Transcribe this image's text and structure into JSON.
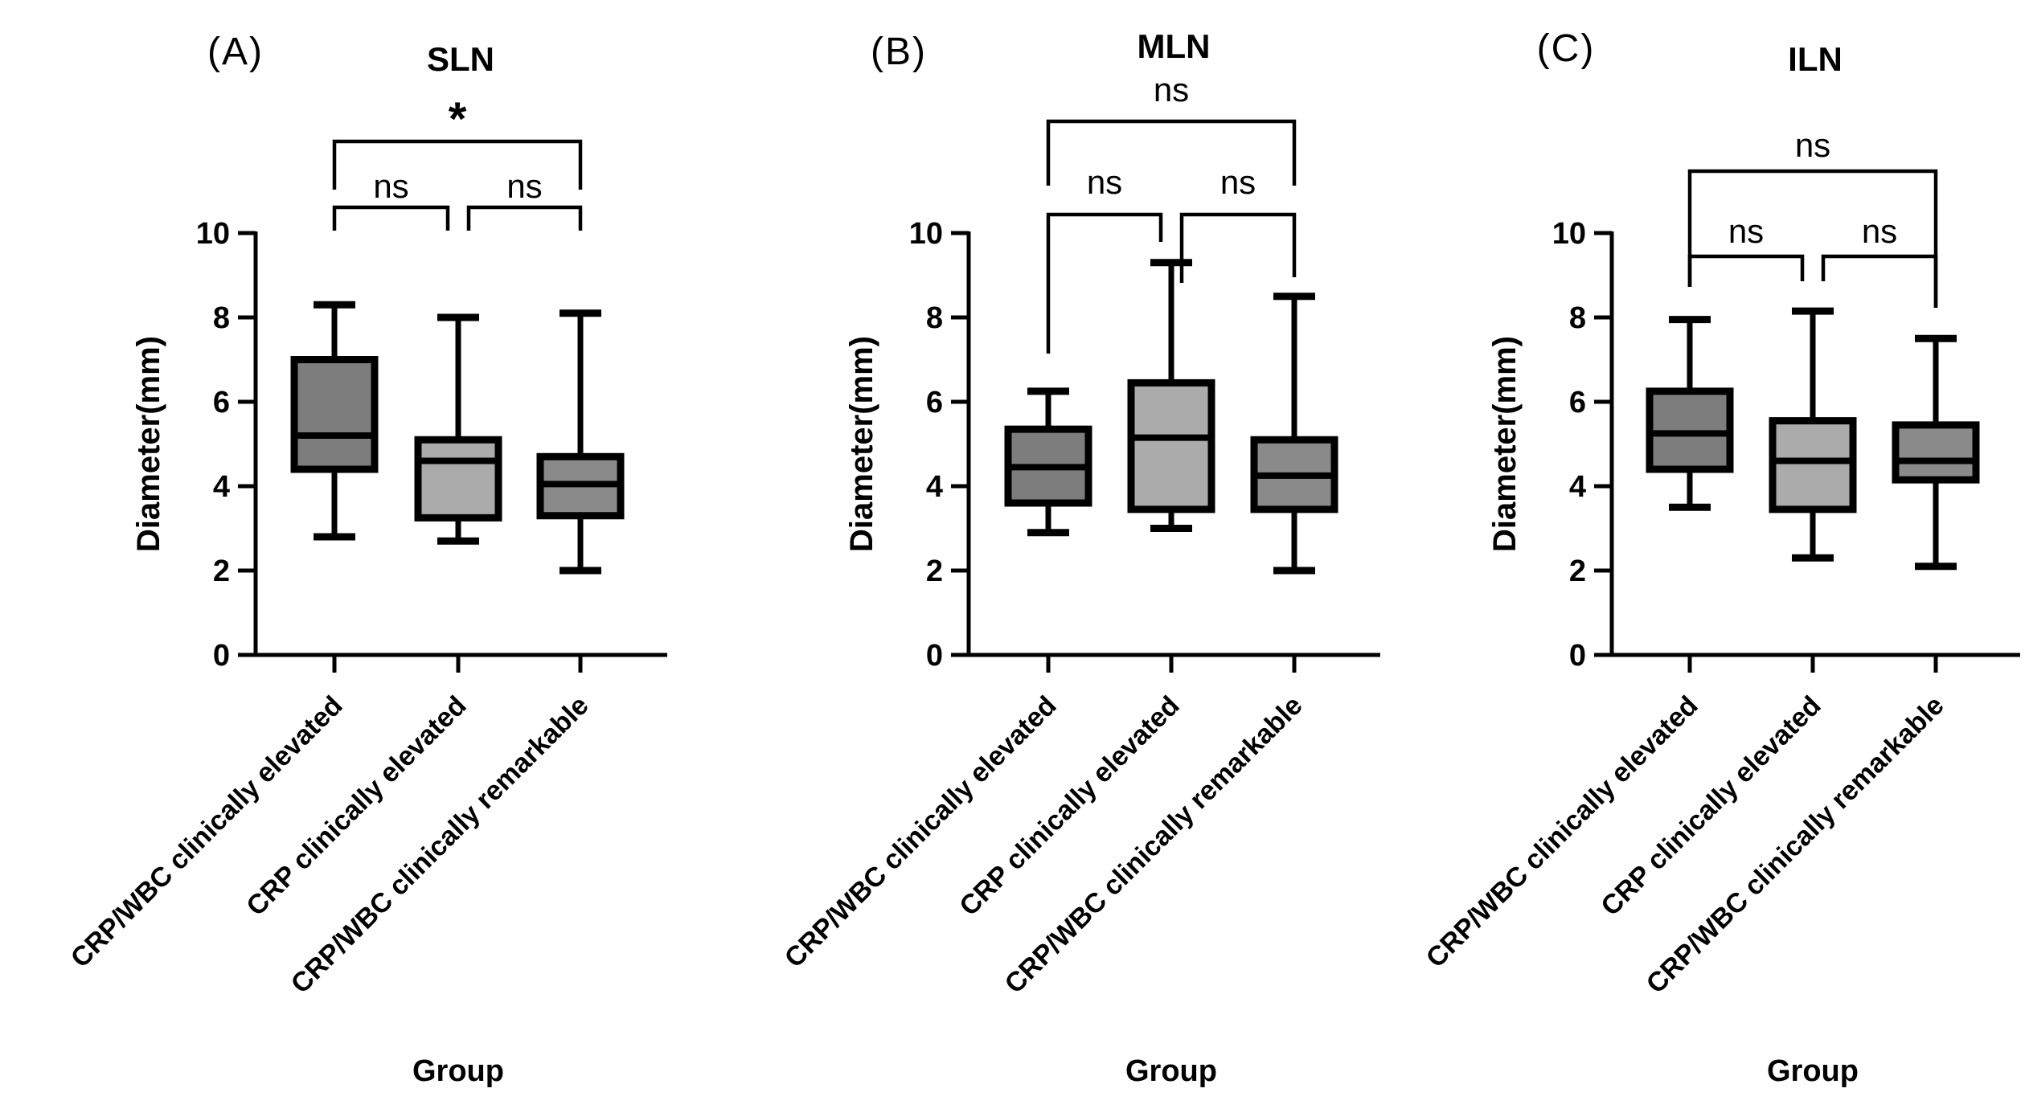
{
  "figure": {
    "background": "#ffffff",
    "ink_color": "#000000",
    "group_fill_colors": [
      "#7d7d7d",
      "#ababab",
      "#8a8a8a"
    ]
  },
  "chart_data": [
    {
      "type": "box",
      "panel_label": "(A)",
      "title": "SLN",
      "xlabel": "Group",
      "ylabel": "Diameter(mm)",
      "ylim": [
        0,
        10
      ],
      "yticks": [
        0,
        2,
        4,
        6,
        8,
        10
      ],
      "categories": [
        "CRP/WBC clinically elevated",
        "CRP clinically elevated",
        "CRP/WBC clinically remarkable"
      ],
      "boxes": [
        {
          "group": "CRP/WBC clinically elevated",
          "min": 2.8,
          "q1": 4.4,
          "median": 5.2,
          "q3": 7.0,
          "max": 8.3
        },
        {
          "group": "CRP clinically elevated",
          "min": 2.7,
          "q1": 3.25,
          "median": 4.6,
          "q3": 5.1,
          "max": 8.0
        },
        {
          "group": "CRP/WBC clinically remarkable",
          "min": 2.0,
          "q1": 3.3,
          "median": 4.05,
          "q3": 4.7,
          "max": 8.1
        }
      ],
      "significance": [
        {
          "groups": [
            1,
            3
          ],
          "label": "*"
        },
        {
          "groups": [
            1,
            2
          ],
          "label": "ns"
        },
        {
          "groups": [
            2,
            3
          ],
          "label": "ns"
        }
      ]
    },
    {
      "type": "box",
      "panel_label": "(B)",
      "title": "MLN",
      "xlabel": "Group",
      "ylabel": "Diameter(mm)",
      "ylim": [
        0,
        10
      ],
      "yticks": [
        0,
        2,
        4,
        6,
        8,
        10
      ],
      "categories": [
        "CRP/WBC clinically elevated",
        "CRP clinically elevated",
        "CRP/WBC clinically remarkable"
      ],
      "boxes": [
        {
          "group": "CRP/WBC clinically elevated",
          "min": 2.9,
          "q1": 3.6,
          "median": 4.45,
          "q3": 5.35,
          "max": 6.25
        },
        {
          "group": "CRP clinically elevated",
          "min": 3.0,
          "q1": 3.45,
          "median": 5.15,
          "q3": 6.45,
          "max": 9.3
        },
        {
          "group": "CRP/WBC clinically remarkable",
          "min": 2.0,
          "q1": 3.45,
          "median": 4.25,
          "q3": 5.1,
          "max": 8.5
        }
      ],
      "significance": [
        {
          "groups": [
            1,
            3
          ],
          "label": "ns"
        },
        {
          "groups": [
            1,
            2
          ],
          "label": "ns"
        },
        {
          "groups": [
            2,
            3
          ],
          "label": "ns"
        }
      ]
    },
    {
      "type": "box",
      "panel_label": "(C)",
      "title": "ILN",
      "xlabel": "Group",
      "ylabel": "Diameter(mm)",
      "ylim": [
        0,
        10
      ],
      "yticks": [
        0,
        2,
        4,
        6,
        8,
        10
      ],
      "categories": [
        "CRP/WBC clinically elevated",
        "CRP clinically elevated",
        "CRP/WBC clinically remarkable"
      ],
      "boxes": [
        {
          "group": "CRP/WBC clinically elevated",
          "min": 3.5,
          "q1": 4.4,
          "median": 5.25,
          "q3": 6.25,
          "max": 7.95
        },
        {
          "group": "CRP clinically elevated",
          "min": 2.3,
          "q1": 3.45,
          "median": 4.6,
          "q3": 5.55,
          "max": 8.15
        },
        {
          "group": "CRP/WBC clinically remarkable",
          "min": 2.1,
          "q1": 4.15,
          "median": 4.6,
          "q3": 5.45,
          "max": 7.5
        }
      ],
      "significance": [
        {
          "groups": [
            1,
            3
          ],
          "label": "ns"
        },
        {
          "groups": [
            1,
            2
          ],
          "label": "ns"
        },
        {
          "groups": [
            2,
            3
          ],
          "label": "ns"
        }
      ]
    }
  ]
}
